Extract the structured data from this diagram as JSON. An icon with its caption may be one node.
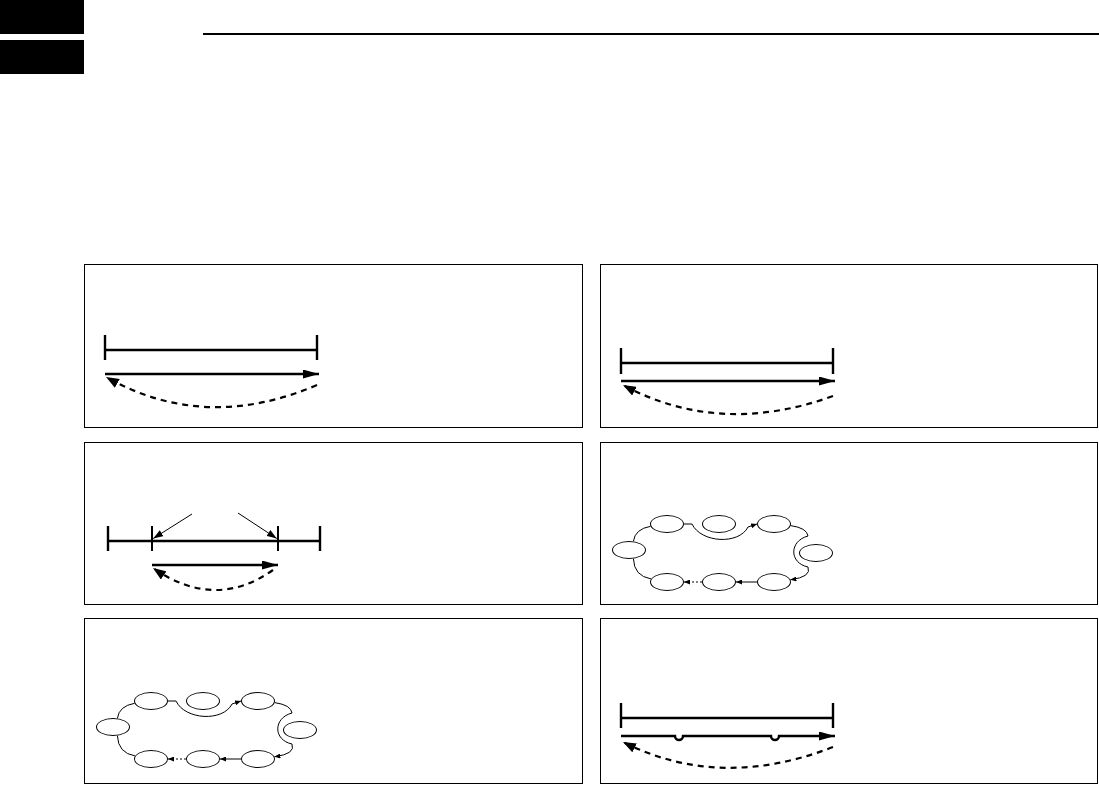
{
  "diagram": {
    "nodes": [
      {
        "text": [],
        "shape": "box"
      },
      {
        "text": [],
        "shape": "box"
      },
      {
        "text": [],
        "shape": "box"
      },
      {
        "text": [],
        "shape": "box"
      },
      {
        "text": [],
        "shape": "box"
      },
      {
        "text": [],
        "shape": "bar",
        "in": 4
      },
      {
        "text": [],
        "shape": "bar",
        "in": 4
      },
      {
        "text": [],
        "shape": "box"
      },
      {
        "text": [],
        "shape": "ellipse",
        "in": 7
      },
      {
        "text": [],
        "shape": "ellipse",
        "in": 7
      },
      {
        "text": [],
        "shape": "ellipse",
        "in": 7
      },
      {
        "text": [],
        "shape": "ellipse",
        "in": 7
      },
      {
        "text": [],
        "shape": "ellipse",
        "in": 7
      },
      {
        "text": [],
        "shape": "ellipse",
        "in": 7
      },
      {
        "text": [],
        "shape": "ellipse",
        "in": 7
      },
      {
        "text": [],
        "shape": "ellipse",
        "in": 7
      },
      {
        "text": [],
        "shape": "box"
      },
      {
        "text": [],
        "shape": "ellipse",
        "in": 16
      },
      {
        "text": [],
        "shape": "ellipse",
        "in": 16
      },
      {
        "text": [],
        "shape": "ellipse",
        "in": 16
      },
      {
        "text": [],
        "shape": "ellipse",
        "in": 16
      },
      {
        "text": [],
        "shape": "ellipse",
        "in": 16
      },
      {
        "text": [],
        "shape": "ellipse",
        "in": 16
      },
      {
        "text": [],
        "shape": "ellipse",
        "in": 16
      },
      {
        "text": [],
        "shape": "ellipse",
        "in": 16
      },
      {
        "text": [],
        "shape": "box"
      }
    ],
    "edges": [
      {
        "from": null,
        "to": 5,
        "arrow": "to"
      },
      {
        "from": null,
        "to": 6,
        "arrow": "to"
      },
      {
        "from": 5,
        "to": 6,
        "arrow": "to"
      },
      {
        "from": 6,
        "to": 5,
        "arrow": "to",
        "style": "dashed"
      },
      {
        "from": 8,
        "to": 10,
        "arrow": "to"
      },
      {
        "from": 10,
        "to": 15,
        "arrow": "to"
      },
      {
        "from": 15,
        "to": 14,
        "arrow": "to"
      },
      {
        "from": 14,
        "to": 13,
        "arrow": "to",
        "style": "dashed"
      },
      {
        "from": 13,
        "to": 11,
        "arrow": "none"
      },
      {
        "from": 11,
        "to": 8,
        "arrow": "none"
      },
      {
        "from": 17,
        "to": 19,
        "arrow": "to"
      },
      {
        "from": 19,
        "to": 24,
        "arrow": "to"
      },
      {
        "from": 24,
        "to": 23,
        "arrow": "to"
      },
      {
        "from": 23,
        "to": 22,
        "arrow": "to",
        "style": "dashed"
      },
      {
        "from": 22,
        "to": 20,
        "arrow": "none"
      },
      {
        "from": 20,
        "to": 17,
        "arrow": "none"
      }
    ]
  }
}
